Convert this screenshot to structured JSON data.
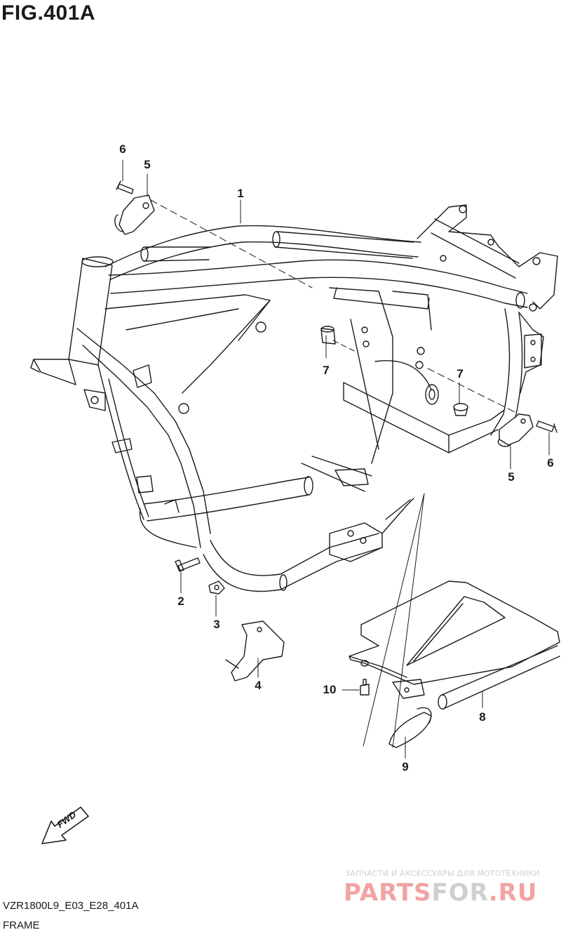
{
  "figure": {
    "title": "FIG.401A"
  },
  "callouts": [
    {
      "id": "1",
      "label": "1"
    },
    {
      "id": "2",
      "label": "2"
    },
    {
      "id": "3",
      "label": "3"
    },
    {
      "id": "4",
      "label": "4"
    },
    {
      "id": "5a",
      "label": "5"
    },
    {
      "id": "5b",
      "label": "5"
    },
    {
      "id": "6a",
      "label": "6"
    },
    {
      "id": "6b",
      "label": "6"
    },
    {
      "id": "7a",
      "label": "7"
    },
    {
      "id": "7b",
      "label": "7"
    },
    {
      "id": "8",
      "label": "8"
    },
    {
      "id": "9",
      "label": "9"
    },
    {
      "id": "10",
      "label": "10"
    }
  ],
  "fwd_arrow": {
    "label": "FWD",
    "icon": "fwd-arrow-icon"
  },
  "footer": {
    "code": "VZR1800L9_E03_E28_401A",
    "name": "FRAME"
  },
  "watermark": {
    "tagline": "ЗАПЧАСТИ И АКСЕССУАРЫ ДЛЯ МОТОТЕХНИКИ",
    "logo_part1": "PARTS",
    "logo_part2": "FOR",
    "logo_part3": ".RU",
    "color_red": "#f2a3a3",
    "color_grey": "#cfcfcf"
  },
  "colors": {
    "line": "#1a1a1a",
    "background": "#ffffff"
  }
}
